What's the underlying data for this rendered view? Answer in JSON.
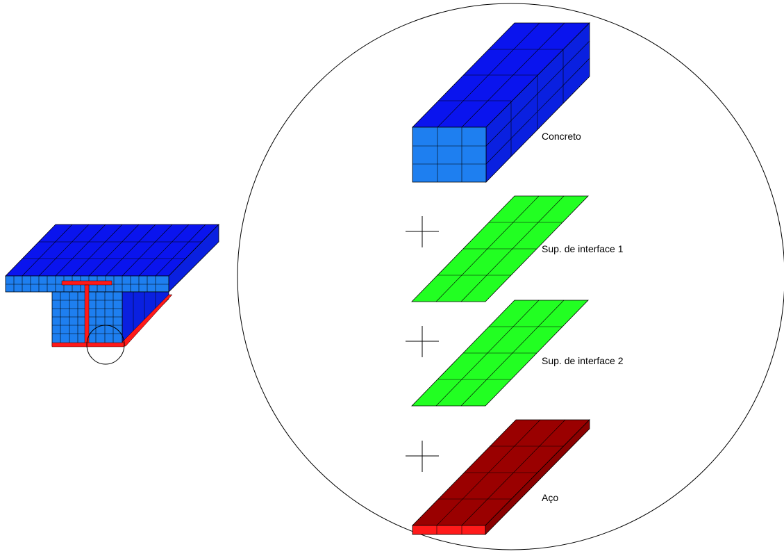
{
  "colors": {
    "concrete_front": "#1e7ff0",
    "concrete_top": "#0a14ee",
    "concrete_side": "#0a20e0",
    "interface": "#22ff22",
    "steel_top": "#9a0000",
    "steel_side": "#8a0000",
    "steel_front": "#ff1a1a",
    "line": "#000000",
    "background": "#ffffff"
  },
  "parts": [
    {
      "id": "concreto",
      "label": "Concreto"
    },
    {
      "id": "interface-1",
      "label": "Sup. de interface 1"
    },
    {
      "id": "interface-2",
      "label": "Sup. de interface 2"
    },
    {
      "id": "aco",
      "label": "Aço"
    }
  ],
  "operators": [
    "+",
    "+",
    "+"
  ]
}
